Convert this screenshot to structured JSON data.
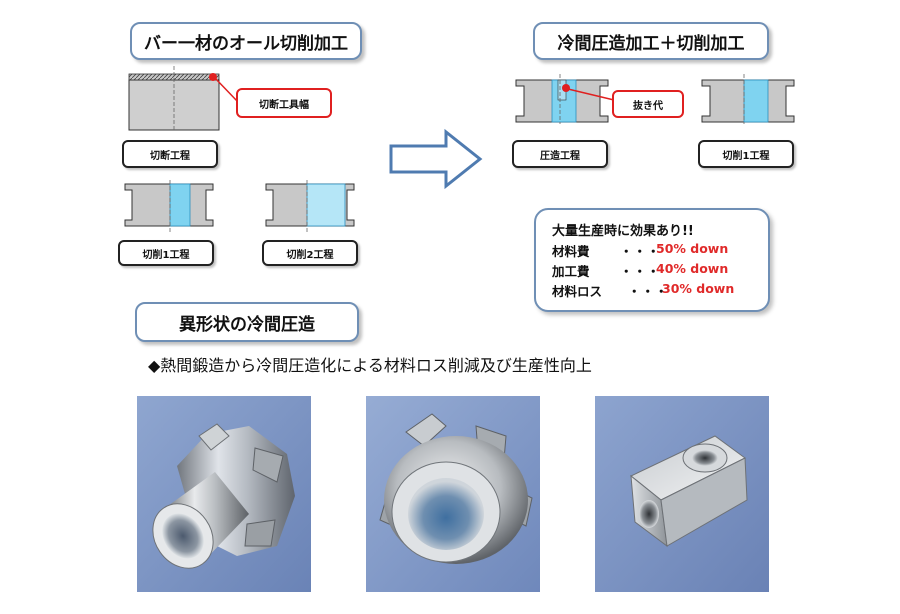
{
  "left_panel": {
    "title": "バー一材のオール切削加工",
    "cut_tool_width_label": "切断工具幅",
    "cut_process_label": "切断工程",
    "cut1_label": "切削1工程",
    "cut2_label": "切削2工程"
  },
  "right_panel": {
    "title": "冷間圧造加工＋切削加工",
    "removal_allowance_label": "抜き代",
    "forging_process_label": "圧造工程",
    "cut1_label": "切削1工程"
  },
  "benefits": {
    "heading": "大量生産時に効果あり!!",
    "rows": [
      {
        "name": "材料費",
        "dots": "・・・",
        "value": "50% down"
      },
      {
        "name": "加工費",
        "dots": "・・・",
        "value": "40% down"
      },
      {
        "name": "材料ロス",
        "dots": "・・・",
        "value": "30% down"
      }
    ]
  },
  "section": {
    "title": "異形状の冷間圧造",
    "description": "◆熱間鍛造から冷間圧造化による材料ロス削減及び生産性向上"
  },
  "colors": {
    "frame_blue": "#6f8fb5",
    "accent_red": "#e02020",
    "part_gray": "#c8c8c8",
    "cavity_blue": "#7fd3f0",
    "arrow_blue": "#4f7bb0",
    "photo_bg": "#7d96c4"
  },
  "icons": {
    "process_arrow": "right-arrow-icon"
  }
}
